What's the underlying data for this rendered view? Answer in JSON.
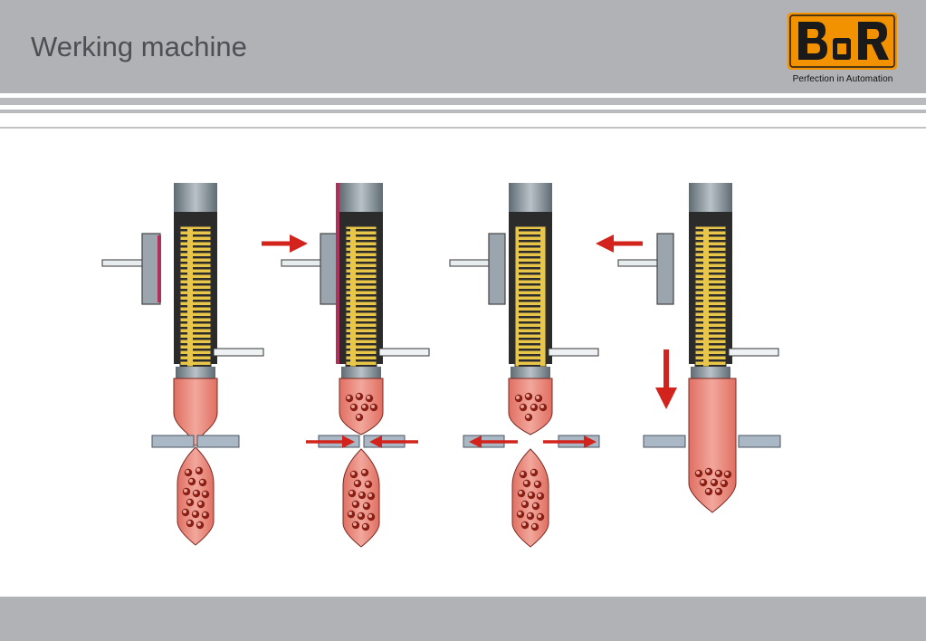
{
  "slide": {
    "title": "Werking machine"
  },
  "logo": {
    "brand_mark": "B&R",
    "tagline": "Perfection in Automation",
    "colors": {
      "orange": "#f39200",
      "dark": "#1a1a1a"
    }
  },
  "diagram": {
    "stages": 4,
    "description_icons": [
      "packaging-tube",
      "slide-press",
      "clamp-jaws",
      "filled-bag",
      "red-arrow"
    ],
    "colors": {
      "tube": "#8e959b",
      "tube_dark": "#2b2b2b",
      "coil": "#e8c64a",
      "bag": "#e98a7e",
      "granule": "#8a1f15",
      "arrow": "#d2231d",
      "plate": "#a9b8c4"
    }
  },
  "theme": {
    "header_bg": "#b0b2b6",
    "footer_bg": "#b0b2b6",
    "title_color": "#4d4f55"
  }
}
